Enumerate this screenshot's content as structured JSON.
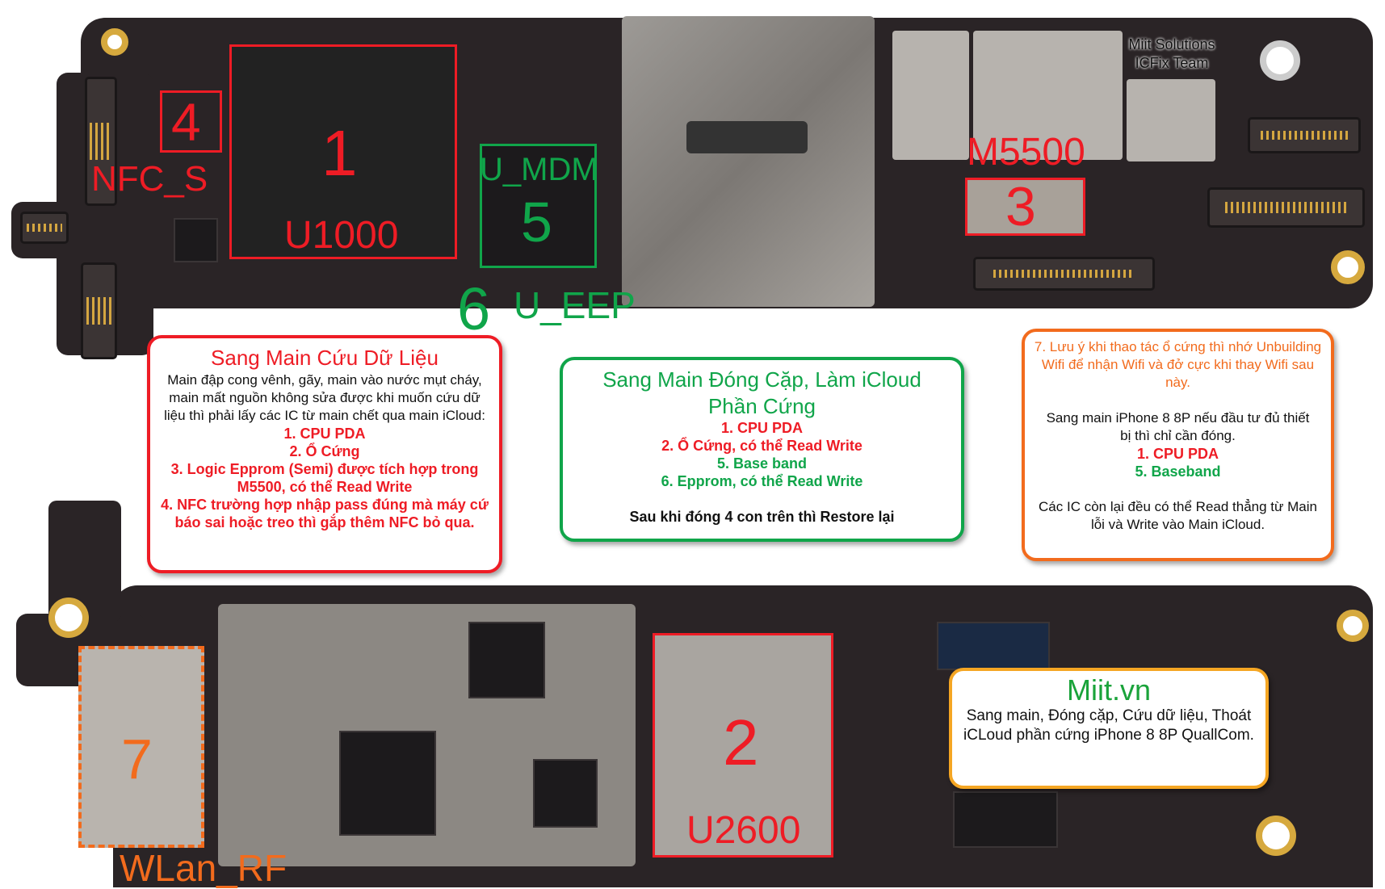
{
  "top_board": {
    "labels": {
      "cpu_number": "1",
      "cpu_name": "U1000",
      "nfc_number": "4",
      "nfc_name": "NFC_S",
      "baseband_number": "5",
      "baseband_name": "U_MDM",
      "eeprom_number": "6",
      "eeprom_name": "U_EEP",
      "semi_number": "3",
      "semi_name": "M5500"
    },
    "watermark": [
      "Miit Solutions",
      "ICFix Team"
    ]
  },
  "bottom_board": {
    "labels": {
      "storage_number": "2",
      "storage_name": "U2600",
      "wifi_number": "7",
      "wifi_name": "WLan_RF"
    }
  },
  "notes": {
    "data_recovery": {
      "title": "Sang Main Cứu Dữ Liệu",
      "body": "Main đập cong vênh, gãy, main vào nước mụt cháy, main mất nguồn không sửa được khi muốn cứu dữ liệu thì phải lấy các IC từ main chết qua main iCloud:",
      "items": [
        "1. CPU PDA",
        "2. Ổ Cứng",
        "3. Logic Epprom (Semi) được tích hợp trong M5500, có thể Read Write",
        "4. NFC trường hợp nhập pass đúng mà máy cứ báo sai hoặc treo thì gắp thêm NFC bỏ qua."
      ]
    },
    "icloud": {
      "title": "Sang Main Đóng Cặp, Làm iCloud Phần Cứng",
      "items_red": [
        "1. CPU PDA",
        "2. Ổ Cứng, có thể Read Write"
      ],
      "items_green": [
        "5. Base band",
        "6. Epprom, có thể Read Write"
      ],
      "footer": "Sau khi đóng 4 con trên thì Restore lại"
    },
    "tips": {
      "warning": "7. Lưu ý khi thao tác ổ cứng thì nhớ Unbuilding Wifi để nhận Wifi và đở cực khi thay Wifi sau này.",
      "body": "Sang main iPhone 8 8P nếu đầu tư đủ thiết bị thì chỉ cần đóng.",
      "item_red": "1. CPU PDA",
      "item_green": "5. Baseband",
      "footer": "Các IC còn lại đều có thể Read thẳng từ Main lỗi và Write vào Main iCloud."
    },
    "brand": {
      "title": "Miit.vn",
      "body": "Sang main, Đóng cặp, Cứu dữ liệu, Thoát iCLoud phần cứng iPhone 8 8P QuallCom."
    }
  },
  "colors": {
    "red": "#ee1c25",
    "green": "#10a54a",
    "orange": "#f26b1d",
    "gold": "#f5a623"
  }
}
